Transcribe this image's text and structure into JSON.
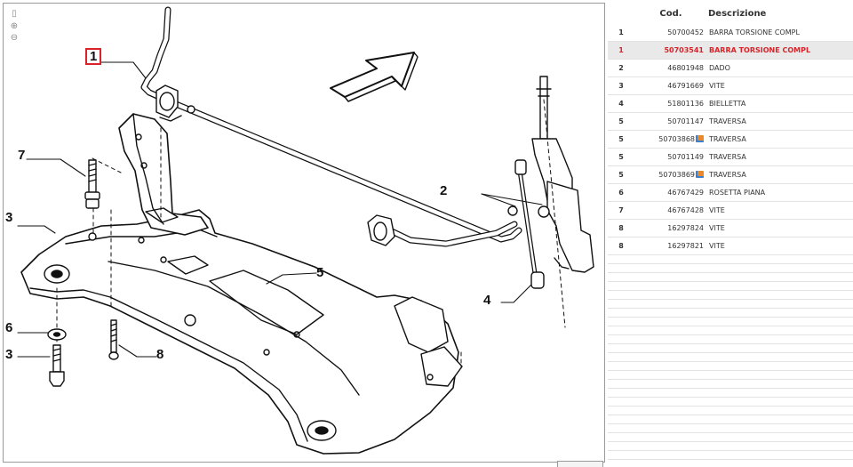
{
  "diagram": {
    "tools": [
      {
        "icon": "page-icon"
      },
      {
        "icon": "zoom-in-icon"
      },
      {
        "icon": "zoom-out-icon"
      }
    ],
    "callouts": [
      {
        "id": "1",
        "label": "1",
        "highlighted": true
      },
      {
        "id": "2",
        "label": "2"
      },
      {
        "id": "3a",
        "label": "3"
      },
      {
        "id": "3b",
        "label": "3"
      },
      {
        "id": "4",
        "label": "4"
      },
      {
        "id": "5",
        "label": "5"
      },
      {
        "id": "6",
        "label": "6"
      },
      {
        "id": "7",
        "label": "7"
      },
      {
        "id": "8",
        "label": "8"
      }
    ],
    "direction_arrow": "direction-arrow",
    "highlight_color": "#d8232a"
  },
  "parts_table": {
    "headers": {
      "ref": "",
      "code": "Cod.",
      "description": "Descrizione"
    },
    "rows": [
      {
        "ref": "1",
        "code": "50700452",
        "desc": "BARRA TORSIONE COMPL",
        "selected": false,
        "icon": ""
      },
      {
        "ref": "1",
        "code": "50703541",
        "desc": "BARRA TORSIONE COMPL",
        "selected": true,
        "icon": ""
      },
      {
        "ref": "2",
        "code": "46801948",
        "desc": "DADO",
        "selected": false,
        "icon": ""
      },
      {
        "ref": "3",
        "code": "46791669",
        "desc": "VITE",
        "selected": false,
        "icon": ""
      },
      {
        "ref": "4",
        "code": "51801136",
        "desc": "BIELLETTA",
        "selected": false,
        "icon": ""
      },
      {
        "ref": "5",
        "code": "50701147",
        "desc": "TRAVERSA",
        "selected": false,
        "icon": ""
      },
      {
        "ref": "5",
        "code": "50703868",
        "desc": "TRAVERSA",
        "selected": false,
        "icon": "package-icon"
      },
      {
        "ref": "5",
        "code": "50701149",
        "desc": "TRAVERSA",
        "selected": false,
        "icon": ""
      },
      {
        "ref": "5",
        "code": "50703869",
        "desc": "TRAVERSA",
        "selected": false,
        "icon": "package-icon"
      },
      {
        "ref": "6",
        "code": "46767429",
        "desc": "ROSETTA PIANA",
        "selected": false,
        "icon": ""
      },
      {
        "ref": "7",
        "code": "46767428",
        "desc": "VITE",
        "selected": false,
        "icon": ""
      },
      {
        "ref": "8",
        "code": "16297824",
        "desc": "VITE",
        "selected": false,
        "icon": ""
      },
      {
        "ref": "8",
        "code": "16297821",
        "desc": "VITE",
        "selected": false,
        "icon": ""
      }
    ]
  }
}
